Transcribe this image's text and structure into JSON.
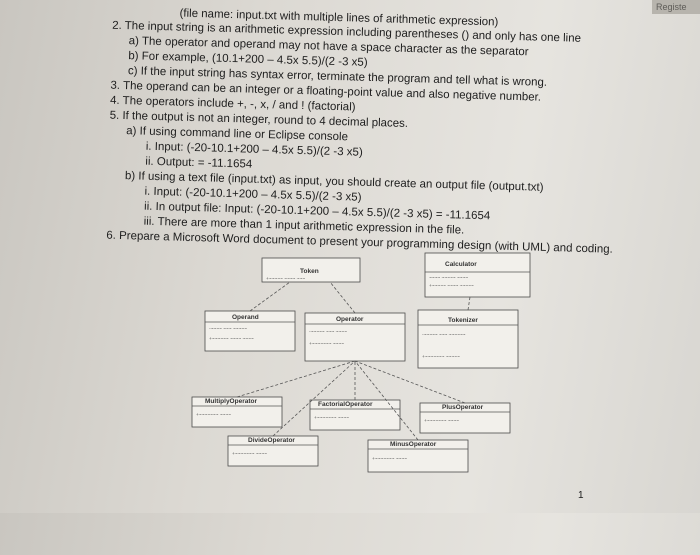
{
  "corner_label": "Registe",
  "lines": [
    "(file name: input.txt with multiple lines of arithmetic expression)",
    "2.   The input string is an arithmetic expression including parentheses () and only has one line",
    "a)   The operator and operand may not have a space character as the separator",
    "b)   For example, (10.1+200 – 4.5x 5.5)/(2 -3 x5)",
    "c)   If the input string has syntax error, terminate the program and tell what is wrong.",
    "3.   The operand can be an integer or a floating-point value and also negative number.",
    "4.   The operators include +, -, x, / and ! (factorial)",
    "5.   If the output is not an integer, round to 4 decimal places.",
    "a)   If using command line or Eclipse console",
    "i.     Input: (-20-10.1+200 – 4.5x 5.5)/(2 -3 x5)",
    "ii.     Output: = -11.1654",
    "b)   If using a text file (input.txt) as input, you should create an output file (output.txt)",
    "i.     Input: (-20-10.1+200 – 4.5x 5.5)/(2 -3 x5)",
    "ii.     In output file: Input: (-20-10.1+200 – 4.5x 5.5)/(2 -3 x5) = -11.1654",
    "iii.    There are more than 1 input arithmetic expression in the file.",
    "6.   Prepare a Microsoft Word document to present your programming design (with UML) and coding."
  ],
  "uml": {
    "calculator": "Calculator",
    "interface": "Token",
    "operand": "Operand",
    "operator": "Operator",
    "tokenizer": "Tokenizer",
    "multiply": "MultiplyOperator",
    "factorial": "FactorialOperator",
    "plus": "PlusOperator",
    "divide": "DivideOperator",
    "minus": "MinusOperator"
  },
  "page_number": "1"
}
